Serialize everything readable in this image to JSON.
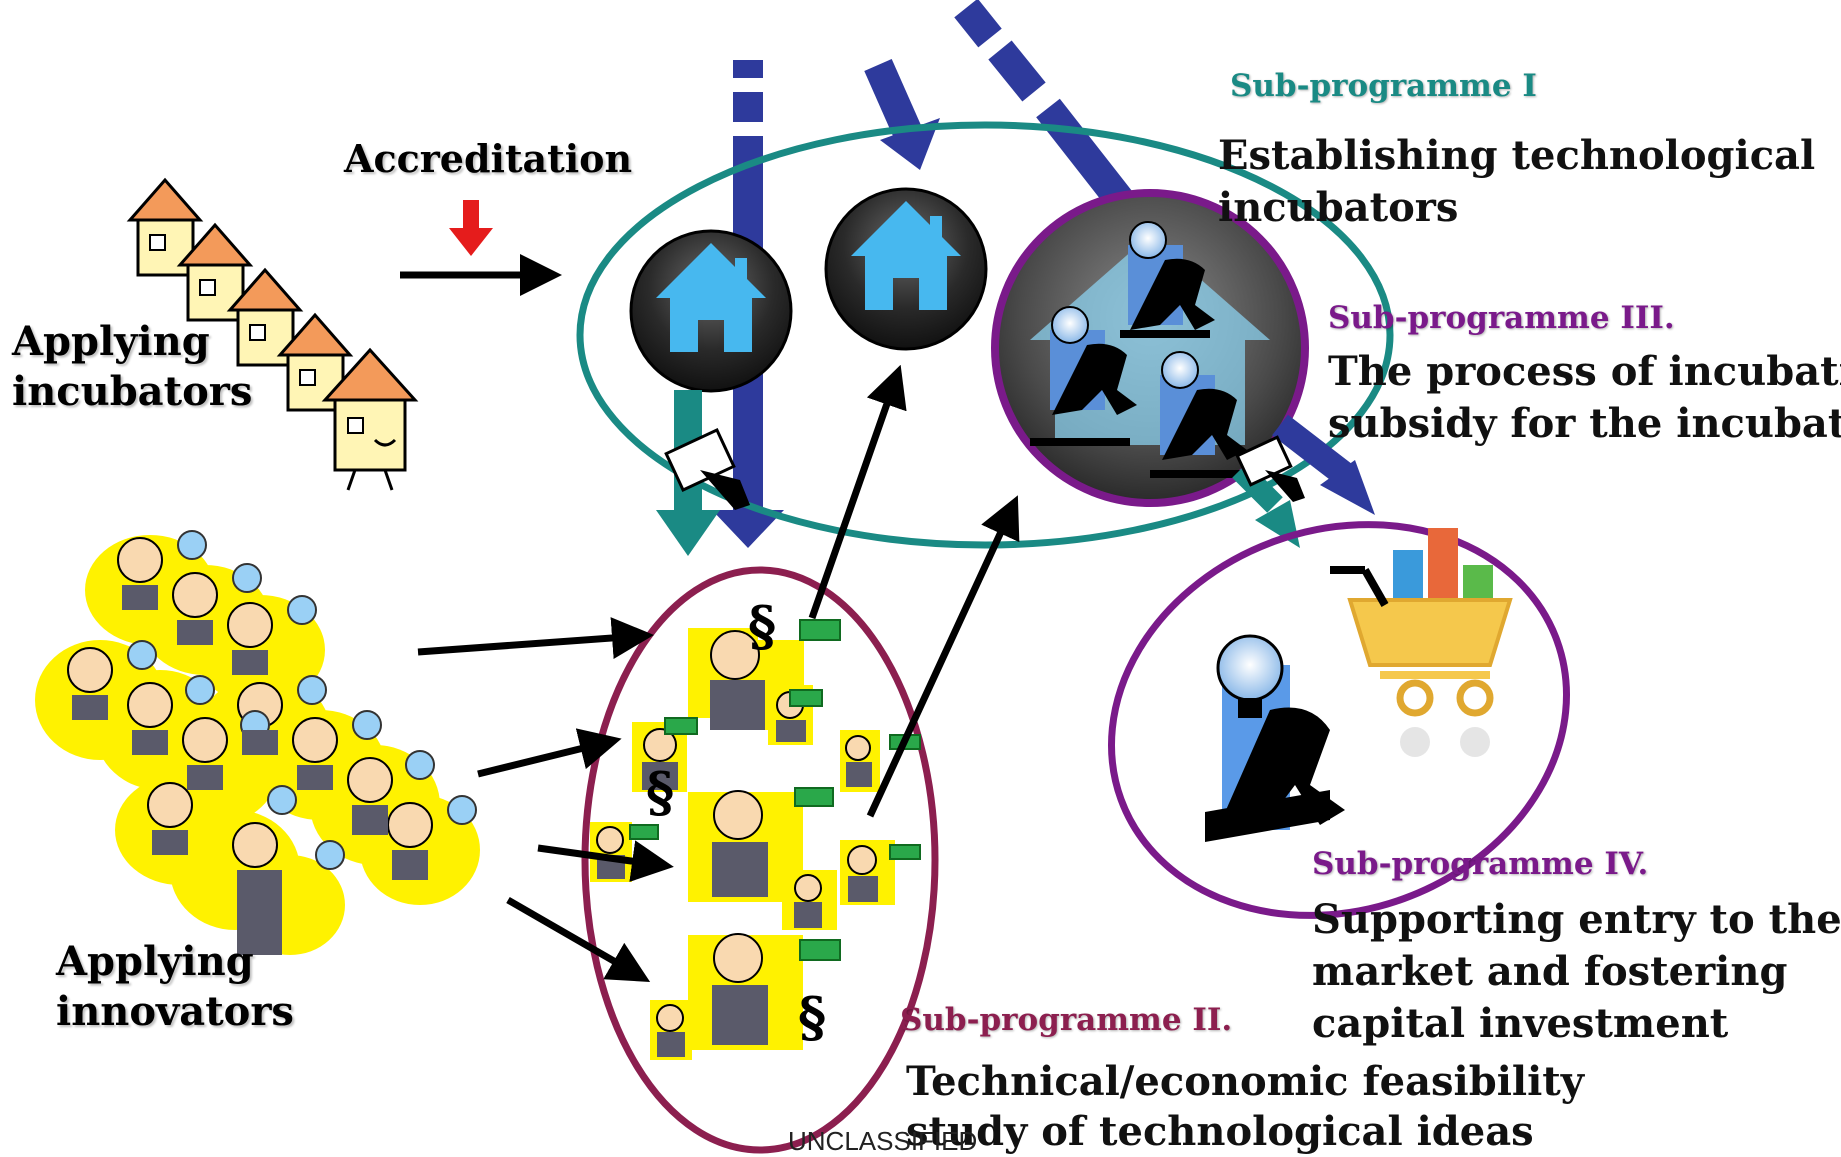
{
  "labels": {
    "accreditation": "Accreditation",
    "applying_incubators": [
      "Applying",
      "incubators"
    ],
    "applying_innovators": [
      "Applying",
      "innovators"
    ]
  },
  "subprogrammes": [
    {
      "title": "Sub-programme I",
      "text": [
        "Establishing technological",
        "incubators"
      ],
      "color": "#1a8a84"
    },
    {
      "title": "Sub-programme II.",
      "text": [
        "Technical/economic feasibility",
        "study of technological ideas"
      ],
      "color": "#8c1f4f"
    },
    {
      "title": "Sub-programme III.",
      "text": [
        "The process of incubation,",
        "subsidy for the incubated"
      ],
      "color": "#7a1a8a"
    },
    {
      "title": "Sub-programme IV.",
      "text": [
        "Supporting entry to the",
        "market and fostering",
        "capital investment"
      ],
      "color": "#7a1a8a"
    }
  ],
  "classification": "UNCLASSIFIED",
  "section_marks": [
    "§",
    "§",
    "§"
  ],
  "colors": {
    "teal": "#1a8a84",
    "wine": "#8c1f4f",
    "purple": "#7a1a8a",
    "navy_arrow": "#2e3a9c",
    "red_arrow": "#e51c1c",
    "innovator_bg": "#fff200"
  },
  "icons": [
    "house-row-icon",
    "innovator-crowd-icon",
    "home-button-icon",
    "incubated-entrepreneur-icon",
    "shopping-cart-icon",
    "money-hand-icon",
    "flying-money-icon",
    "lightbulb-icon"
  ]
}
